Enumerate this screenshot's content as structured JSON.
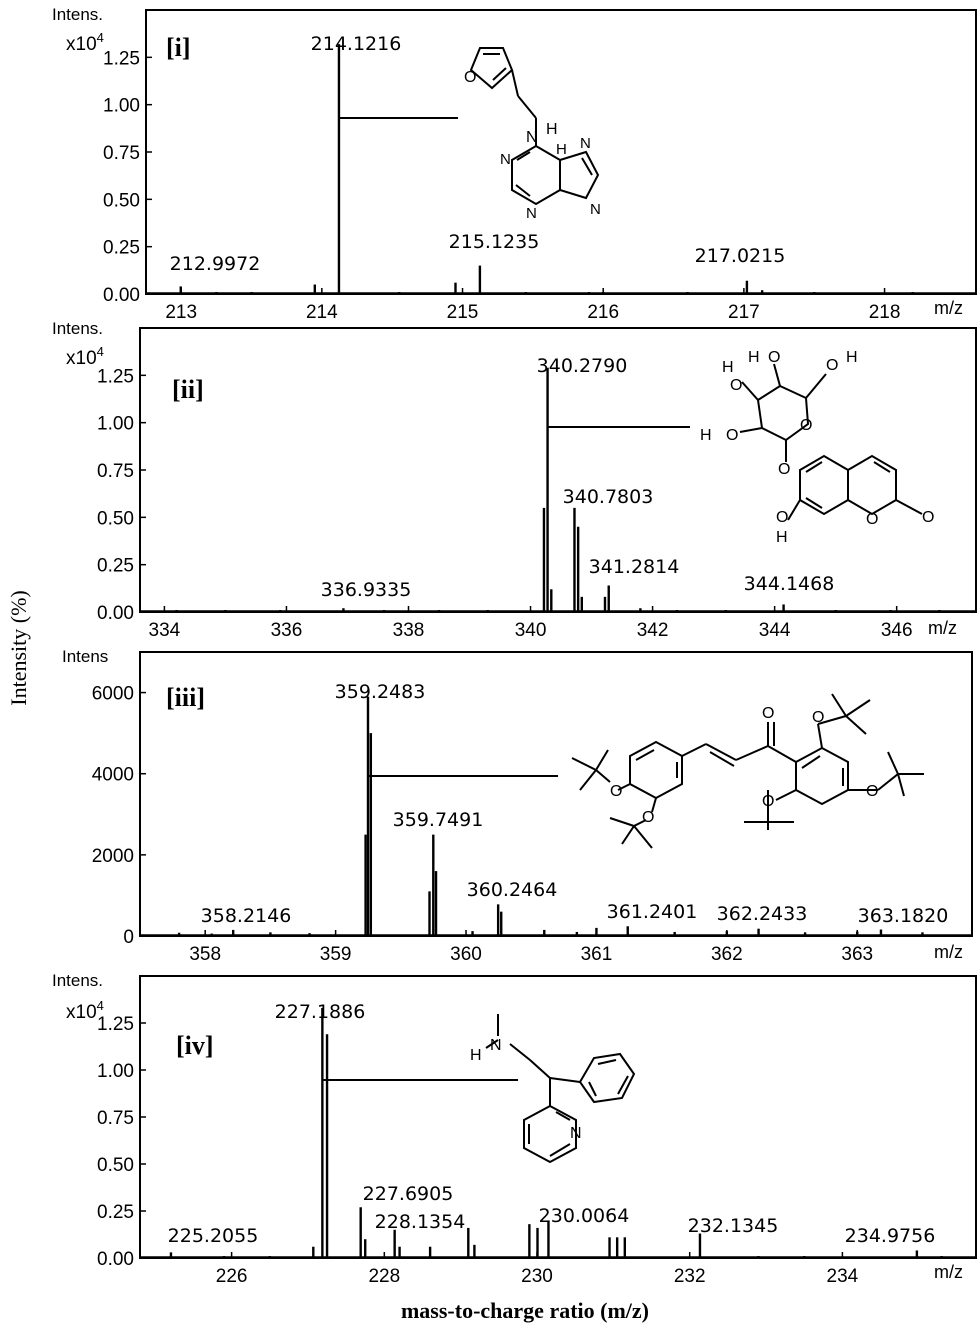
{
  "figure": {
    "ylabel": "Intensity (%)",
    "xlabel": "mass-to-charge ratio (m/z)"
  },
  "chart_data": [
    {
      "type": "bar",
      "panel_label": "[i]",
      "intens_label": "Intens.",
      "scale_label": "x10",
      "scale_exp": "4",
      "x_unit": "m/z",
      "xlim": [
        212.75,
        218.65
      ],
      "ylim": [
        0,
        1.5
      ],
      "xticks": [
        "213",
        "214",
        "215",
        "216",
        "217",
        "218"
      ],
      "yticks": [
        "0.00",
        "0.25",
        "0.50",
        "0.75",
        "1.00",
        "1.25"
      ],
      "peaks": [
        {
          "x": 212.997,
          "y": 0.04
        },
        {
          "x": 213.25,
          "y": 0.01
        },
        {
          "x": 213.5,
          "y": 0.008
        },
        {
          "x": 213.95,
          "y": 0.05
        },
        {
          "x": 214.1216,
          "y": 1.32
        },
        {
          "x": 214.55,
          "y": 0.01
        },
        {
          "x": 214.95,
          "y": 0.06
        },
        {
          "x": 215.1235,
          "y": 0.15
        },
        {
          "x": 215.45,
          "y": 0.01
        },
        {
          "x": 215.9,
          "y": 0.01
        },
        {
          "x": 216.0,
          "y": 0.008
        },
        {
          "x": 216.6,
          "y": 0.01
        },
        {
          "x": 217.0215,
          "y": 0.07
        },
        {
          "x": 217.13,
          "y": 0.02
        },
        {
          "x": 217.5,
          "y": 0.006
        },
        {
          "x": 218.2,
          "y": 0.005
        }
      ],
      "peak_labels": [
        "212.9972",
        "214.1216",
        "215.1235",
        "217.0215"
      ]
    },
    {
      "type": "bar",
      "panel_label": "[ii]",
      "intens_label": "Intens.",
      "scale_label": "x10",
      "scale_exp": "4",
      "x_unit": "m/z",
      "xlim": [
        333.6,
        347.3
      ],
      "ylim": [
        0,
        1.5
      ],
      "xticks": [
        "334",
        "336",
        "338",
        "340",
        "342",
        "344",
        "346"
      ],
      "yticks": [
        "0.00",
        "0.25",
        "0.50",
        "0.75",
        "1.00",
        "1.25"
      ],
      "peaks": [
        {
          "x": 334.2,
          "y": 0.01
        },
        {
          "x": 335.0,
          "y": 0.008
        },
        {
          "x": 335.9,
          "y": 0.01
        },
        {
          "x": 336.9335,
          "y": 0.02
        },
        {
          "x": 337.6,
          "y": 0.008
        },
        {
          "x": 338.5,
          "y": 0.01
        },
        {
          "x": 339.3,
          "y": 0.008
        },
        {
          "x": 340.22,
          "y": 0.55
        },
        {
          "x": 340.279,
          "y": 1.29
        },
        {
          "x": 340.34,
          "y": 0.12
        },
        {
          "x": 340.72,
          "y": 0.55
        },
        {
          "x": 340.7803,
          "y": 0.45
        },
        {
          "x": 340.84,
          "y": 0.08
        },
        {
          "x": 341.22,
          "y": 0.08
        },
        {
          "x": 341.2814,
          "y": 0.14
        },
        {
          "x": 341.8,
          "y": 0.02
        },
        {
          "x": 342.4,
          "y": 0.01
        },
        {
          "x": 343.2,
          "y": 0.01
        },
        {
          "x": 344.1468,
          "y": 0.04
        },
        {
          "x": 345.0,
          "y": 0.01
        },
        {
          "x": 345.9,
          "y": 0.008
        },
        {
          "x": 346.7,
          "y": 0.008
        }
      ],
      "peak_labels": [
        "340.2790",
        "340.7803",
        "341.2814",
        "336.9335",
        "344.1468"
      ]
    },
    {
      "type": "bar",
      "panel_label": "[iii]",
      "intens_label": "Intens",
      "x_unit": "m/z",
      "xlim": [
        357.5,
        363.88
      ],
      "ylim": [
        0,
        7000
      ],
      "xticks": [
        "358",
        "359",
        "360",
        "361",
        "362",
        "363"
      ],
      "yticks": [
        "0",
        "2000",
        "4000",
        "6000"
      ],
      "peaks": [
        {
          "x": 357.8,
          "y": 80
        },
        {
          "x": 358.05,
          "y": 60
        },
        {
          "x": 358.2146,
          "y": 150
        },
        {
          "x": 358.5,
          "y": 90
        },
        {
          "x": 358.8,
          "y": 70
        },
        {
          "x": 359.23,
          "y": 2500
        },
        {
          "x": 359.2483,
          "y": 5900
        },
        {
          "x": 359.27,
          "y": 5000
        },
        {
          "x": 359.72,
          "y": 1100
        },
        {
          "x": 359.7491,
          "y": 2500
        },
        {
          "x": 359.77,
          "y": 1600
        },
        {
          "x": 360.05,
          "y": 120
        },
        {
          "x": 360.2464,
          "y": 780
        },
        {
          "x": 360.27,
          "y": 600
        },
        {
          "x": 360.6,
          "y": 150
        },
        {
          "x": 360.85,
          "y": 100
        },
        {
          "x": 361.0,
          "y": 200
        },
        {
          "x": 361.2401,
          "y": 240
        },
        {
          "x": 361.6,
          "y": 100
        },
        {
          "x": 362.0,
          "y": 120
        },
        {
          "x": 362.2433,
          "y": 180
        },
        {
          "x": 362.6,
          "y": 90
        },
        {
          "x": 363.0,
          "y": 110
        },
        {
          "x": 363.182,
          "y": 160
        },
        {
          "x": 363.5,
          "y": 90
        }
      ],
      "peak_labels": [
        "359.2483",
        "359.7491",
        "360.2464",
        "358.2146",
        "361.2401",
        "362.2433",
        "363.1820"
      ]
    },
    {
      "type": "bar",
      "panel_label": "[iv]",
      "intens_label": "Intens.",
      "scale_label": "x10",
      "scale_exp": "4",
      "x_unit": "m/z",
      "xlim": [
        224.8,
        235.75
      ],
      "ylim": [
        0,
        1.5
      ],
      "xticks": [
        "226",
        "228",
        "230",
        "232",
        "234"
      ],
      "yticks": [
        "0.00",
        "0.25",
        "0.50",
        "0.75",
        "1.00",
        "1.25"
      ],
      "peaks": [
        {
          "x": 225.2055,
          "y": 0.03
        },
        {
          "x": 225.9,
          "y": 0.008
        },
        {
          "x": 226.5,
          "y": 0.01
        },
        {
          "x": 227.07,
          "y": 0.06
        },
        {
          "x": 227.1886,
          "y": 1.33
        },
        {
          "x": 227.25,
          "y": 1.19
        },
        {
          "x": 227.6905,
          "y": 0.27
        },
        {
          "x": 227.75,
          "y": 0.1
        },
        {
          "x": 228.1354,
          "y": 0.15
        },
        {
          "x": 228.2,
          "y": 0.06
        },
        {
          "x": 228.6,
          "y": 0.06
        },
        {
          "x": 229.1,
          "y": 0.16
        },
        {
          "x": 229.18,
          "y": 0.07
        },
        {
          "x": 229.9,
          "y": 0.18
        },
        {
          "x": 230.0064,
          "y": 0.16
        },
        {
          "x": 230.15,
          "y": 0.2
        },
        {
          "x": 230.95,
          "y": 0.11
        },
        {
          "x": 231.05,
          "y": 0.11
        },
        {
          "x": 231.15,
          "y": 0.11
        },
        {
          "x": 232.1345,
          "y": 0.13
        },
        {
          "x": 232.9,
          "y": 0.01
        },
        {
          "x": 233.5,
          "y": 0.008
        },
        {
          "x": 234.9756,
          "y": 0.04
        },
        {
          "x": 235.3,
          "y": 0.01
        }
      ],
      "peak_labels": [
        "227.1886",
        "227.6905",
        "228.1354",
        "230.0064",
        "232.1345",
        "225.2055",
        "234.9756"
      ]
    }
  ],
  "structures": [
    {
      "atoms": [
        "O",
        "N",
        "H",
        "N",
        "N",
        "N",
        "N",
        "H"
      ]
    },
    {
      "atoms": [
        "H",
        "O",
        "H",
        "O",
        "O",
        "H",
        "H",
        "O",
        "O",
        "O",
        "O",
        "O",
        "O",
        "H"
      ]
    },
    {
      "atoms": [
        "O",
        "O",
        "O",
        "O",
        "O",
        "O"
      ]
    },
    {
      "atoms": [
        "H",
        "N",
        "N"
      ]
    }
  ]
}
